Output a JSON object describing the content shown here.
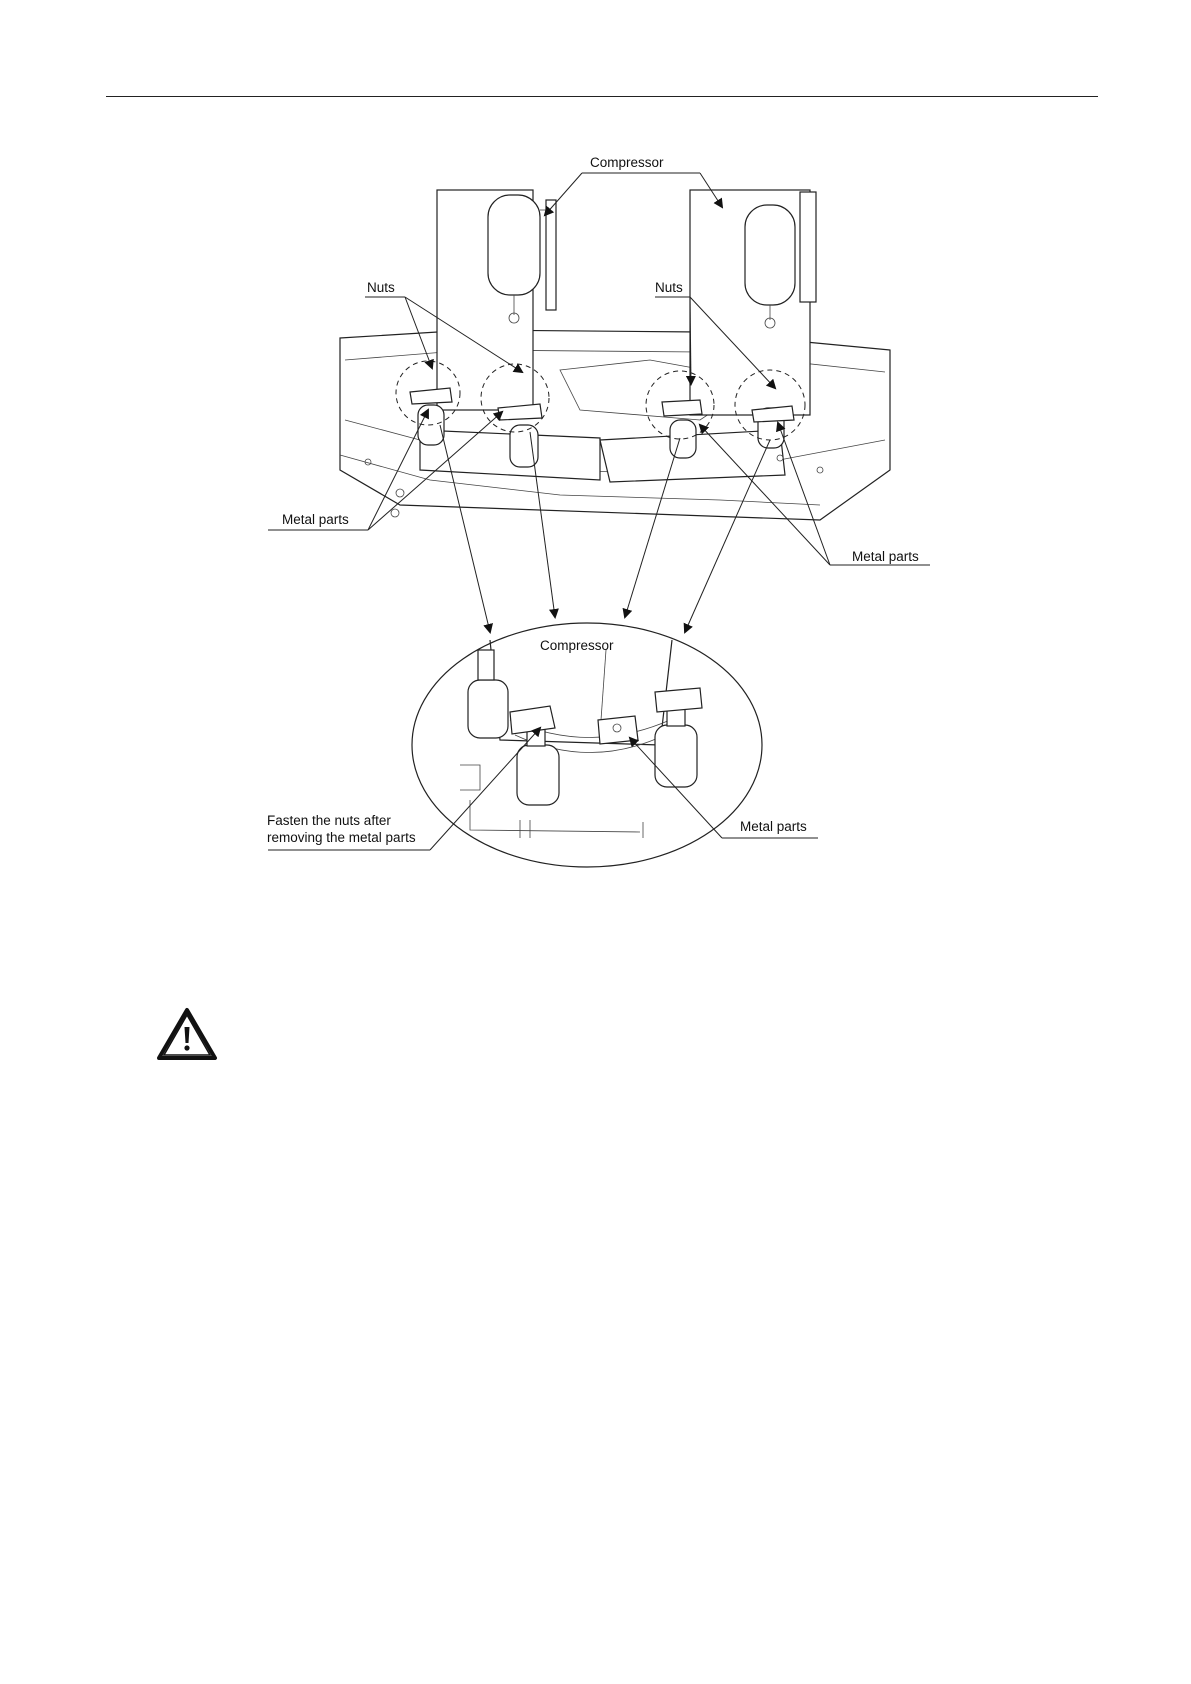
{
  "figure": {
    "labels": {
      "compressor_top": "Compressor",
      "nuts_left": "Nuts",
      "nuts_right": "Nuts",
      "metal_parts_left": "Metal parts",
      "metal_parts_right": "Metal parts",
      "compressor_detail": "Compressor",
      "fasten_line1": "Fasten the nuts after",
      "fasten_line2": "removing the metal parts",
      "metal_parts_detail": "Metal parts"
    }
  },
  "icons": {
    "warning": "warning-triangle-icon"
  }
}
